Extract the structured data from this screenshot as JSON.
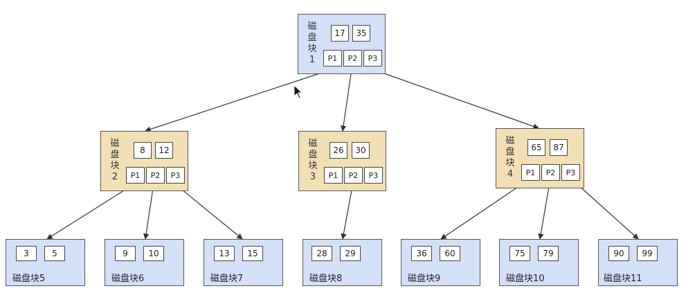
{
  "root": {
    "label": "磁盘块1",
    "keys": [
      "17",
      "35"
    ],
    "pointers": [
      "P1",
      "P2",
      "P3"
    ]
  },
  "internal": [
    {
      "label": "磁盘块2",
      "keys": [
        "8",
        "12"
      ],
      "pointers": [
        "P1",
        "P2",
        "P3"
      ]
    },
    {
      "label": "磁盘块3",
      "keys": [
        "26",
        "30"
      ],
      "pointers": [
        "P1",
        "P2",
        "P3"
      ]
    },
    {
      "label": "磁盘块4",
      "keys": [
        "65",
        "87"
      ],
      "pointers": [
        "P1",
        "P2",
        "P3"
      ]
    }
  ],
  "leaves": [
    {
      "label": "磁盘块5",
      "keys": [
        "3",
        "5"
      ]
    },
    {
      "label": "磁盘块6",
      "keys": [
        "9",
        "10"
      ]
    },
    {
      "label": "磁盘块7",
      "keys": [
        "13",
        "15"
      ]
    },
    {
      "label": "磁盘块8",
      "keys": [
        "28",
        "29"
      ]
    },
    {
      "label": "磁盘块9",
      "keys": [
        "36",
        "60"
      ]
    },
    {
      "label": "磁盘块10",
      "keys": [
        "75",
        "79"
      ]
    },
    {
      "label": "磁盘块11",
      "keys": [
        "90",
        "99"
      ]
    }
  ],
  "colors": {
    "root_fill": "#d4e0f7",
    "internal_fill": "#f2dfb4",
    "leaf_fill": "#d4e0f7",
    "edge": "#333333"
  }
}
